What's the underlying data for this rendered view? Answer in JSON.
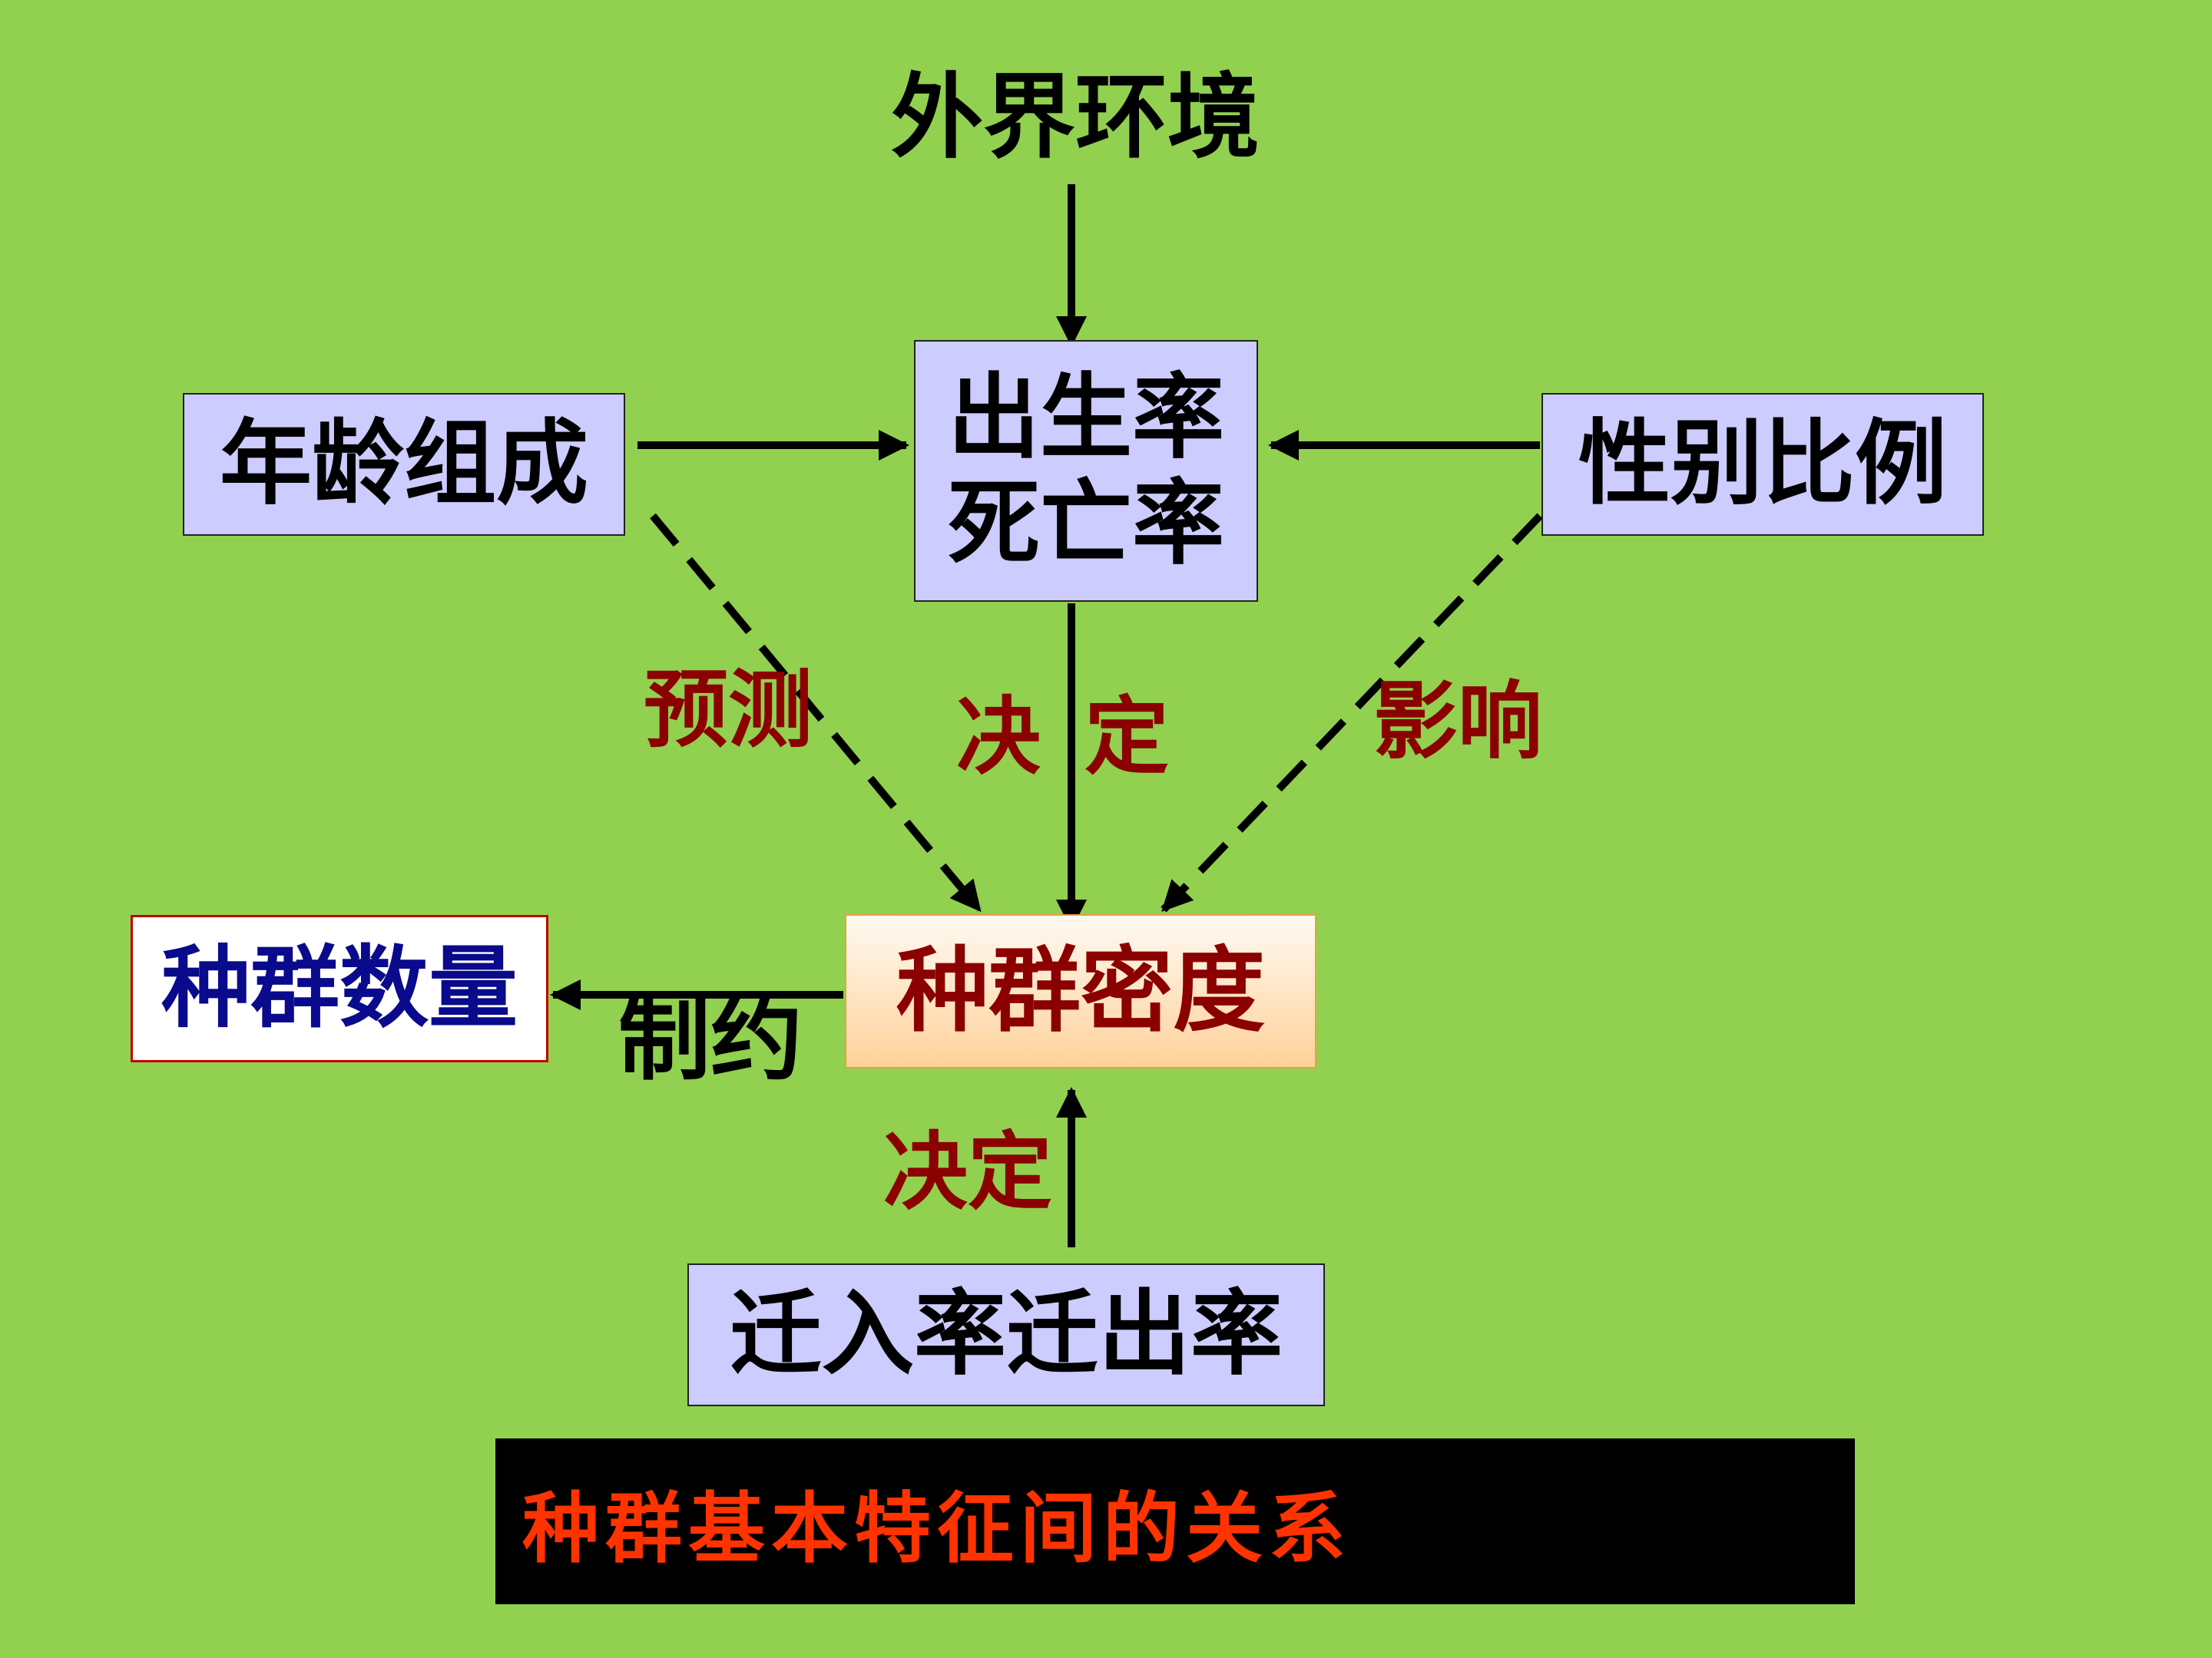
{
  "diagram": {
    "environment": "外界环境",
    "age_structure": "年龄组成",
    "birth_rate": "出生率",
    "death_rate": "死亡率",
    "sex_ratio": "性别比例",
    "population_density": "种群密度",
    "population_size": "种群数量",
    "migration": "迁入率迁出率",
    "labels": {
      "predict": "预测",
      "decide_part1": "决",
      "decide_part2": "定",
      "influence": "影响",
      "decide_bottom": "决定",
      "restrict": "制约"
    },
    "title": "种群基本特征间的关系"
  },
  "colors": {
    "background": "#92d050",
    "box_fill": "#ccccff",
    "label_red": "#8b0000",
    "size_text_blue": "#0a0a8c",
    "title_text": "#ff3300",
    "title_bar": "#000000"
  }
}
